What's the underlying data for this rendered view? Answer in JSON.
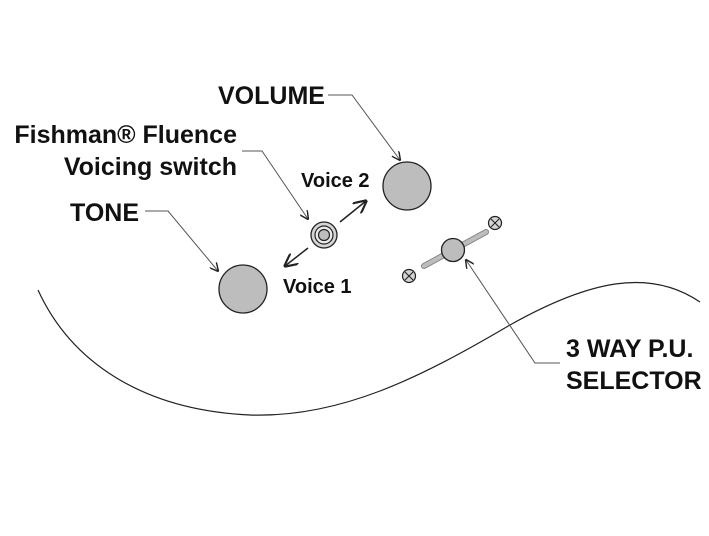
{
  "labels": {
    "volume": "VOLUME",
    "fishman_line1": "Fishman® Fluence",
    "fishman_line2": "Voicing switch",
    "tone": "TONE",
    "voice2": "Voice 2",
    "voice1": "Voice 1",
    "selector_line1": "3 WAY P.U.",
    "selector_line2": "SELECTOR"
  },
  "colors": {
    "knob_fill": "#bdbdbd",
    "line": "#222222",
    "text": "#111111"
  }
}
